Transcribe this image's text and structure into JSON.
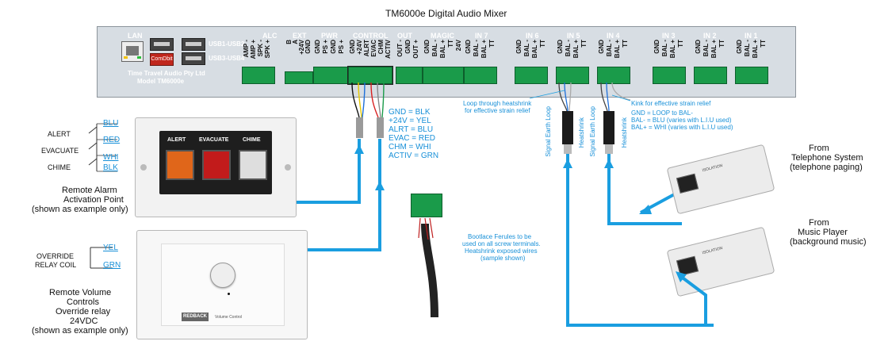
{
  "title": "TM6000e Digital Audio Mixer",
  "panel": {
    "sections": [
      "LAN",
      "ALC",
      "EXT",
      "PWR",
      "CONTROL",
      "OUT",
      "MAGIC",
      "IN 7",
      "IN 6",
      "IN 5",
      "IN 4",
      "IN 3",
      "IN 2",
      "IN 1"
    ],
    "usb_top": "USB1-USB2",
    "usb_bottom": "USB3-USB4",
    "company": "Time Travel Audio Pty Ltd",
    "model": "Model   TM6000e",
    "button": "ComDbit",
    "alc_pins": [
      "AMP -",
      "AMP +",
      "SPK -",
      "SPK +"
    ],
    "ext_pins": [
      "B",
      "A",
      "+24V",
      "GND"
    ],
    "pwr_pins": [
      "GND",
      "PS +",
      "GND",
      "PS +"
    ],
    "control_pins": [
      "GND",
      "+24V",
      "ALRT",
      "EVAC",
      "CHM",
      "ACTIV"
    ],
    "out_pins": [
      "OUT -",
      "GND",
      "OUT +"
    ],
    "magic_pins": [
      "GND",
      "BAL -",
      "BAL +",
      "TT",
      "24V"
    ],
    "in_pins": [
      "GND",
      "BAL -",
      "BAL +",
      "TT"
    ]
  },
  "legend": {
    "lines": [
      "GND = BLK",
      "+24V = YEL",
      "ALRT = BLU",
      "EVAC = RED",
      "CHM = WHI",
      "ACTIV = GRN"
    ]
  },
  "alarm": {
    "left_labels": [
      "ALERT",
      "EVACUATE",
      "CHIME"
    ],
    "wires": [
      "BLU",
      "RED",
      "WHI",
      "BLK"
    ],
    "buttons": [
      "ALERT",
      "EVACUATE",
      "CHIME"
    ],
    "caption": [
      "Remote Alarm",
      "Activation Point",
      "(shown as example only)"
    ]
  },
  "volume": {
    "relay_label": [
      "OVERRIDE",
      "RELAY COIL"
    ],
    "wires": [
      "YEL",
      "GRN"
    ],
    "brand": "REDBACK",
    "brand_sub": "Volume Control",
    "caption": [
      "Remote Volume",
      "Controls",
      "Override relay",
      "24VDC",
      "(shown as example only)"
    ]
  },
  "ferrule_note": [
    "Bootlace Ferules to be",
    "used on all screw terminals.",
    "Heatshrink exposed wires",
    "(sample shown)"
  ],
  "loop_note": [
    "Loop through heatshrink",
    "for effective strain relief"
  ],
  "kink_note": "Kink for effective strain relief",
  "gnd_notes": [
    "GND = LOOP to BAL-",
    "BAL- = BLU (varies with L.I.U used)",
    "BAL+ = WHI (varies with L.I.U used)"
  ],
  "cable_labels": [
    "Signal Earth Loop",
    "Heatshrink",
    "Signal Earth Loop",
    "Heatshrink"
  ],
  "telephone": [
    "From",
    "Telephone System",
    "(telephone paging)"
  ],
  "music": [
    "From",
    "Music Player",
    "(background music)"
  ],
  "isolation_label": "ISOLATION",
  "colors": {
    "accent": "#1a9ee0",
    "terminal": "#1a9b4a",
    "panel": "#d7dde3"
  }
}
